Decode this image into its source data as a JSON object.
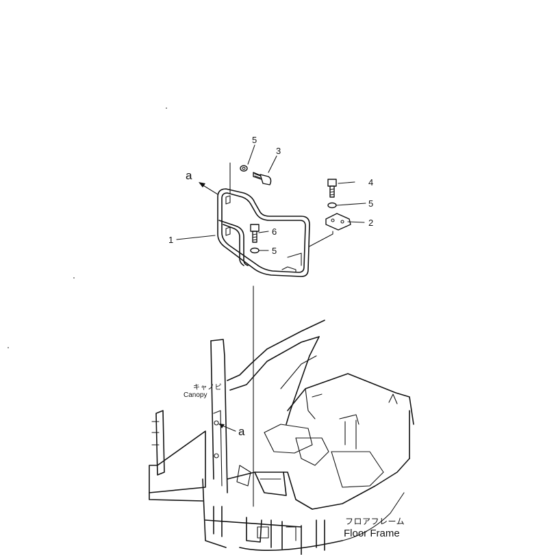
{
  "callouts": {
    "c1": "1",
    "c2": "2",
    "c3": "3",
    "c4": "4",
    "c5_top": "5",
    "c5_right": "5",
    "c5_mid": "5",
    "c6": "6",
    "a_top": "a",
    "a_bottom": "a"
  },
  "labels": {
    "canopy_jp": "キャノピ",
    "canopy_en": "Canopy",
    "floor_frame_jp": "フロアフレーム",
    "floor_frame_en": "Floor Frame"
  }
}
